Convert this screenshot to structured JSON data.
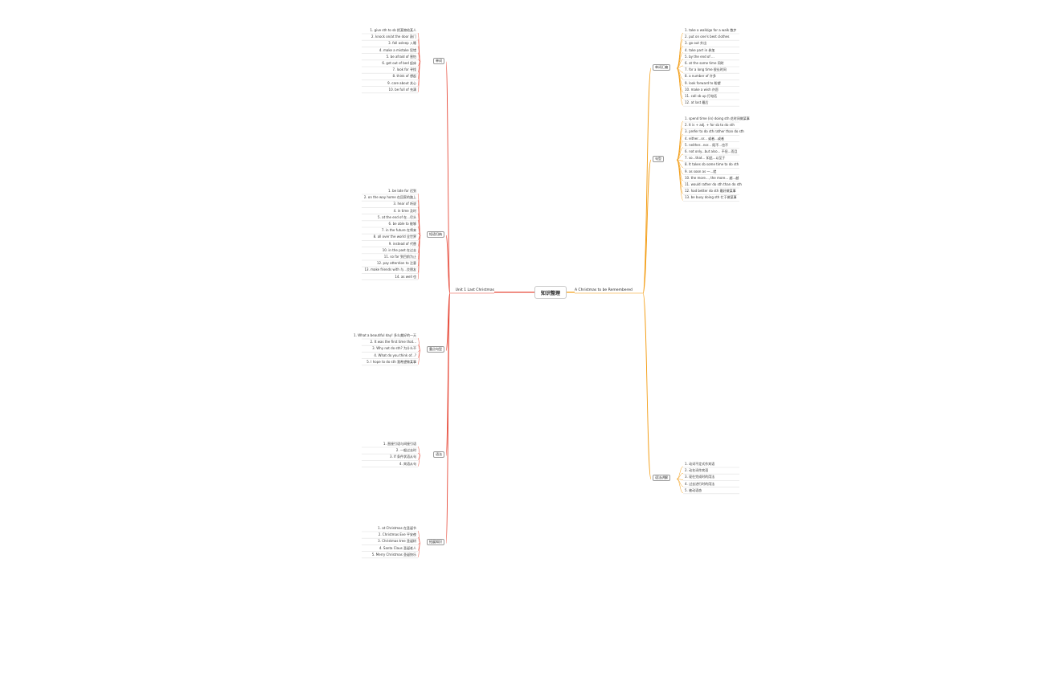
{
  "center": {
    "label": "知识整理"
  },
  "colors": {
    "orange": "#f39c12",
    "red": "#e74c3c",
    "magenta": "#e84393",
    "blue": "#3498db",
    "line": "#bbbbbb"
  },
  "branches": [
    {
      "side": "right",
      "label": "A Christmas to be Remembered",
      "color": "#f39c12",
      "sub": [
        {
          "label": "单词汇编",
          "items": [
            "1. take a walk/go for a walk 散步",
            "2. put on one's best clothes",
            "3. go out 外出",
            "4. take part in 参加",
            "5. by the end of ...",
            "6. at the same time 同时",
            "7. for a long time 很长时间",
            "8. a number of 许多",
            "9. look forward to 盼望",
            "10. make a wish 许愿",
            "11. call sb up 打电话",
            "12. at last 最后"
          ]
        },
        {
          "label": "句型",
          "items": [
            "1. spend time (in) doing sth 花时间做某事",
            "2. It is + adj. + for sb to do sth",
            "3. prefer to do sth rather than do sth",
            "4. either...or... 或者...或者",
            "5. neither...nor... 既不...也不",
            "6. not only...but also... 不但...而且",
            "7. so...that... 如此...以至于",
            "8. It takes sb some time to do sth",
            "9. as soon as 一...就",
            "10. the more..., the more... 越...越",
            "11. would rather do sth than do sth",
            "12. had better do sth 最好做某事",
            "13. be busy doing sth 忙于做某事"
          ]
        },
        {
          "label": "语法讲解",
          "items": [
            "1. 动词不定式作宾语",
            "2. 动名词作宾语",
            "3. 现在完成时的用法",
            "4. 过去进行时的用法",
            "5. 被动语态"
          ]
        }
      ]
    },
    {
      "side": "left",
      "label": "Unit 1 Last Christmas",
      "color": "#e74c3c",
      "sub": [
        {
          "label": "单词",
          "items": [
            "1. give sth to sb 把某物给某人",
            "2. knock on/at the door 敲门",
            "3. fall asleep 入睡",
            "4. make a mistake 犯错",
            "5. be afraid of 害怕",
            "6. get out of bed 起床",
            "7. look for 寻找",
            "8. think of 想起",
            "9. care about 关心",
            "10. be full of 充满"
          ]
        },
        {
          "label": "短语归纳",
          "items": [
            "1. be late for 迟到",
            "2. on the way home 在回家的路上",
            "3. hear of 听说",
            "4. in time 及时",
            "5. at the end of 在...尽头",
            "6. be able to 能够",
            "7. in the future 在将来",
            "8. all over the world 全世界",
            "9. instead of 代替",
            "10. in the past 在过去",
            "11. so far 到目前为止",
            "12. pay attention to 注意",
            "13. make friends with 与...交朋友",
            "14. as well 也"
          ]
        },
        {
          "label": "重点句型",
          "items": [
            "1. What a beautiful day! 多么美好的一天",
            "2. It was the first time that...",
            "3. Why not do sth? 为什么不",
            "4. What do you think of...?",
            "5. I hope to do sth 我希望做某事"
          ]
        },
        {
          "label": "语法",
          "items": [
            "1. 直接引语与间接引语",
            "2. 一般过去时",
            "3. If 条件状语从句",
            "4. 宾语从句"
          ]
        },
        {
          "label": "拓展知识",
          "items": [
            "1. at Christmas 在圣诞节",
            "2. Christmas Eve 平安夜",
            "3. Christmas tree 圣诞树",
            "4. Santa Claus 圣诞老人",
            "5. Merry Christmas 圣诞快乐"
          ]
        }
      ]
    }
  ]
}
